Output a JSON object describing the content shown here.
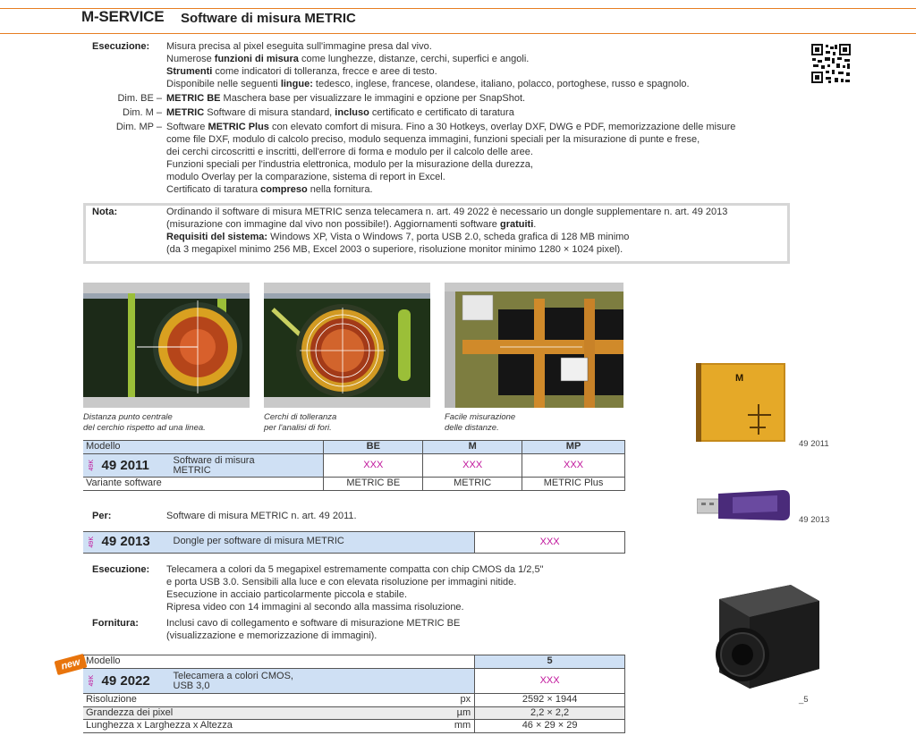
{
  "header": {
    "brand": "M-SERVICE",
    "title": "Software di misura METRIC"
  },
  "esecuzione": {
    "label": "Esecuzione:",
    "l1": "Misura precisa al pixel eseguita sull'immagine presa dal vivo.",
    "l2a": "Numerose ",
    "l2b": "funzioni di misura",
    "l2c": " come lunghezze, distanze, cerchi, superfici e angoli.",
    "l3a": "Strumenti",
    "l3b": " come indicatori di tolleranza, frecce e aree di testo.",
    "l4a": "Disponibile nelle seguenti ",
    "l4b": "lingue:",
    "l4c": " tedesco, inglese, francese, olandese, italiano, polacco, portoghese, russo e spagnolo."
  },
  "dims": [
    {
      "label": "Dim. BE –",
      "a": "METRIC BE",
      "b": " Maschera base per visualizzare le immagini e opzione per SnapShot."
    },
    {
      "label": "Dim. M –",
      "a": "METRIC",
      "b": " Software di misura standard, ",
      "c": "incluso",
      "d": " certificato e certificato di taratura"
    },
    {
      "label": "Dim. MP –",
      "a": "Software ",
      "b": "METRIC Plus",
      "c": " con elevato comfort di misura. Fino a 30 Hotkeys, overlay DXF, DWG e PDF, memorizzazione delle misure",
      "l2": "come file DXF, modulo di calcolo preciso, modulo sequenza immagini, funzioni speciali per la misurazione di punte e frese,",
      "l3": "dei cerchi circoscritti e inscritti, dell'errore di forma e modulo per il calcolo delle aree.",
      "l4": "Funzioni speciali per l'industria elettronica, modulo per la misurazione della durezza,",
      "l5": "modulo Overlay per la comparazione, sistema di report in Excel.",
      "l6a": "Certificato di taratura ",
      "l6b": "compreso",
      "l6c": " nella fornitura."
    }
  ],
  "nota": {
    "label": "Nota:",
    "l1": "Ordinando il software di misura METRIC senza telecamera n. art. 49 2022 è necessario un dongle supplementare n. art. 49 2013",
    "l2a": "(misurazione con immagine dal vivo non possibile!). Aggiornamenti software ",
    "l2b": "gratuiti",
    "l2c": ".",
    "l3a": "Requisiti del sistema:",
    "l3b": " Windows XP, Vista o Windows 7, porta USB 2.0, scheda grafica di 128 MB minimo",
    "l4": "(da 3 megapixel minimo 256 MB, Excel 2003 o superiore, risoluzione monitor minimo 1280 × 1024 pixel)."
  },
  "captions": [
    {
      "l1": "Distanza punto centrale",
      "l2": "del cerchio rispetto ad una linea."
    },
    {
      "l1": "Cerchi di tolleranza",
      "l2": "per l'analisi di fori."
    },
    {
      "l1": "Facile misurazione",
      "l2": "delle distanze."
    }
  ],
  "table1": {
    "head": [
      "Modello",
      "BE",
      "M",
      "MP"
    ],
    "tag": "49K",
    "art": "49 2011",
    "desc1": "Software di misura",
    "desc2": "METRIC",
    "prices": [
      "XXX",
      "XXX",
      "XXX"
    ],
    "variant_label": "Variante software",
    "variants": [
      "METRIC BE",
      "METRIC",
      "METRIC Plus"
    ]
  },
  "per": {
    "label": "Per:",
    "text": "Software di misura METRIC n. art. 49 2011."
  },
  "table2": {
    "tag": "49K",
    "art": "49 2013",
    "desc": "Dongle per software di misura METRIC",
    "price": "XXX"
  },
  "camera": {
    "label": "Esecuzione:",
    "l1": "Telecamera a colori da 5 megapixel estremamente compatta con chip CMOS da 1/2,5\"",
    "l2": "e porta USB 3.0. Sensibili alla luce e con elevata risoluzione per immagini nitide.",
    "l3": "Esecuzione in acciaio particolarmente piccola e stabile.",
    "l4": "Ripresa video con 14 immagini al secondo alla massima risoluzione.",
    "forn_label": "Fornitura:",
    "f1": "Inclusi cavo di collegamento e software di misurazione METRIC BE",
    "f2": "(visualizzazione e memorizzazione di immagini)."
  },
  "badge": "new",
  "table3": {
    "head": [
      "Modello",
      "5"
    ],
    "tag": "49K",
    "art": "49 2022",
    "desc1": "Telecamera a colori CMOS,",
    "desc2": "USB 3,0",
    "price": "XXX",
    "rows": [
      {
        "label": "Risoluzione",
        "unit": "px",
        "value": "2592 × 1944"
      },
      {
        "label": "Grandezza dei pixel",
        "unit": "µm",
        "value": "2,2 × 2,2"
      },
      {
        "label": "Lunghezza x Larghezza x Altezza",
        "unit": "mm",
        "value": "46 × 29 × 29"
      }
    ]
  },
  "product_refs": {
    "cd": "49 2011",
    "dongle": "49 2013",
    "camera": "_5"
  },
  "cd_label": "M"
}
